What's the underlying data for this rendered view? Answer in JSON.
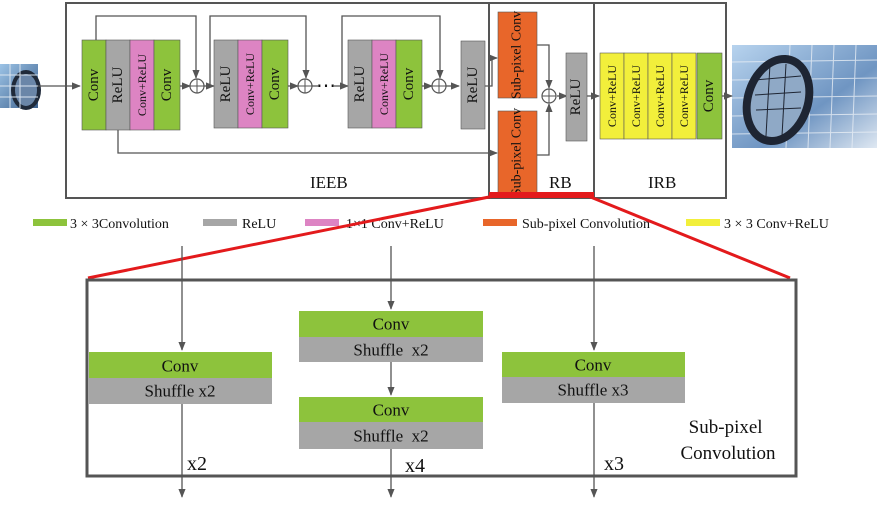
{
  "images": {
    "input": "low-resolution-input-image",
    "output": "super-resolved-output-image"
  },
  "colors": {
    "conv": "#8dc33c",
    "relu": "#a6a6a6",
    "conv_relu_1x1": "#dd84c3",
    "subpixel": "#e8662a",
    "conv_relu_3x3": "#f2ef3b",
    "zoom_frame": "#e31a1c",
    "box_border": "#555555"
  },
  "blocks": {
    "conv": "Conv",
    "relu": "ReLU",
    "conv_relu": "Conv+ReLU",
    "subpixel_conv": "Sub-pixel Conv",
    "dots": "⋯"
  },
  "regions": {
    "ieeb": "IEEB",
    "rb": "RB",
    "irb": "IRB"
  },
  "legend": [
    {
      "key": "conv",
      "label": "3 × 3Convolution"
    },
    {
      "key": "relu",
      "label": "ReLU"
    },
    {
      "key": "conv_relu_1x1",
      "label": "1×1 Conv+ReLU"
    },
    {
      "key": "subpixel",
      "label": "Sub-pixel Convolution"
    },
    {
      "key": "conv_relu_3x3",
      "label": "3 × 3 Conv+ReLU"
    }
  ],
  "detail": {
    "title": "Sub-pixel Convolution",
    "branches": [
      {
        "steps": [
          {
            "conv": "Conv",
            "shuffle": "Shuffle x2"
          }
        ],
        "scale": "x2"
      },
      {
        "steps": [
          {
            "conv": "Conv",
            "shuffle": "Shuffle  x2"
          },
          {
            "conv": "Conv",
            "shuffle": "Shuffle  x2"
          }
        ],
        "scale": "x4"
      },
      {
        "steps": [
          {
            "conv": "Conv",
            "shuffle": "Shuffle x3"
          }
        ],
        "scale": "x3"
      }
    ]
  }
}
